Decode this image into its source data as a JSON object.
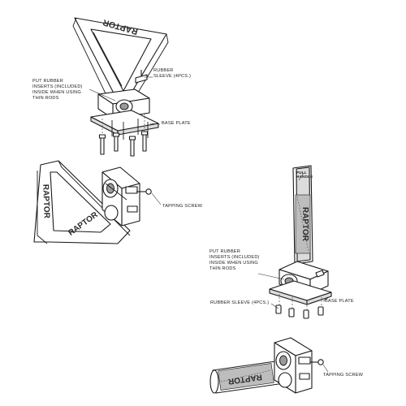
{
  "brand_text": "RAPTOR",
  "labels": {
    "put_rubber_1": [
      "PUT RUBBER",
      "INSERTS (INCLUDED)",
      "INSIDE WHEN USING",
      "THIN RODS"
    ],
    "rubber_sleeve_1": [
      "RUBBER",
      "SLEEVE (4PCS.)"
    ],
    "base_plate_1": [
      "BASE PLATE"
    ],
    "tapping_screw_1": [
      "TAPPING SCREW"
    ],
    "put_rubber_2": [
      "PUT RUBBER",
      "INSERTS (INCLUDED)",
      "INSIDE WHEN USING",
      "THIN RODS"
    ],
    "rubber_sleeve_2": [
      "RUBBER SLEEVE (4PCS.)"
    ],
    "base_plate_2": [
      "BASE PLATE"
    ],
    "tapping_screw_2": [
      "TAPPING SCREW"
    ],
    "pull_handle": [
      "PULL",
      "HANDLE"
    ]
  }
}
